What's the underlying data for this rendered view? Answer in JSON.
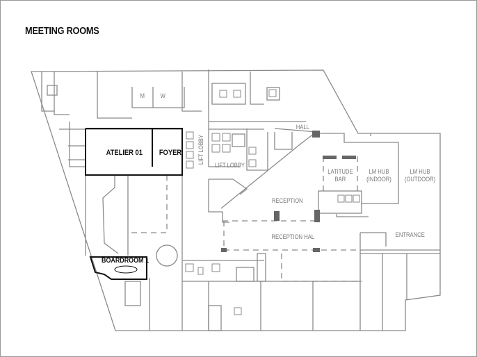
{
  "title": "MEETING ROOMS",
  "rooms": {
    "m": "M",
    "w": "W",
    "hall": "HALL",
    "atelier": "ATELIER 01",
    "foyer": "FOYER",
    "lift_lobby_vertical": "LIFT LOBBY",
    "lift_lobby": "LIFT LOBBY",
    "latitude_bar_1": "LATITUDE",
    "latitude_bar_2": "BAR",
    "lm_hub_indoor_1": "LM HUB",
    "lm_hub_indoor_2": "(INDOOR)",
    "lm_hub_outdoor_1": "LM HUB",
    "lm_hub_outdoor_2": "(OUTDOOR)",
    "reception": "RECEPTION",
    "reception_hal": "RECEPTION HAL",
    "entrance": "ENTRANCE",
    "boardroom": "BOARDROOM 1"
  },
  "colors": {
    "highlight": "#111111",
    "walls": "#8a8a8a"
  }
}
